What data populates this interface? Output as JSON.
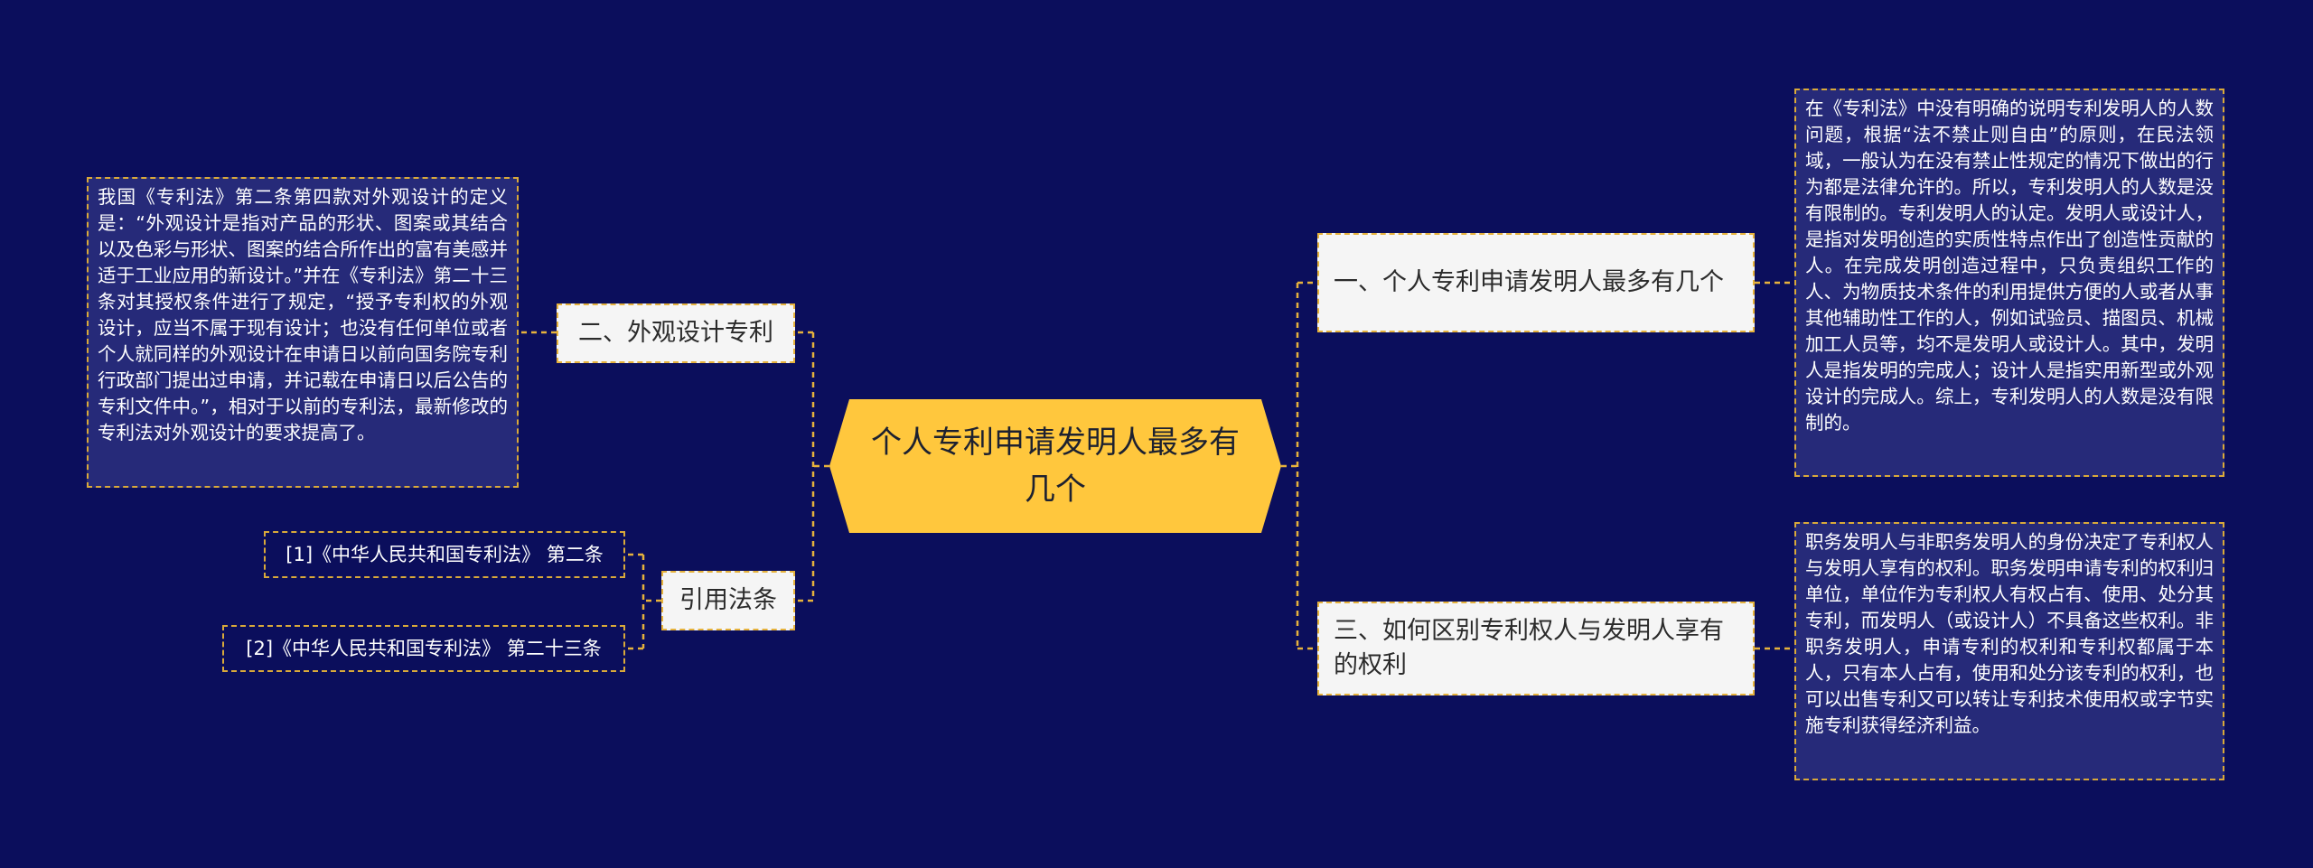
{
  "root": {
    "text": "个人专利申请发明人最多有几个"
  },
  "branches": {
    "b1": {
      "title": "一、个人专利申请发明人最多有几个"
    },
    "b3": {
      "title": "三、如何区别专利权人与发明人享有的权利"
    },
    "b2": {
      "title": "二、外观设计专利"
    },
    "refs": {
      "title": "引用法条"
    }
  },
  "notes": {
    "b1": "在《专利法》中没有明确的说明专利发明人的人数问题，根据“法不禁止则自由”的原则，在民法领域，一般认为在没有禁止性规定的情况下做出的行为都是法律允许的。所以，专利发明人的人数是没有限制的。专利发明人的认定。发明人或设计人，是指对发明创造的实质性特点作出了创造性贡献的人。在完成发明创造过程中，只负责组织工作的人、为物质技术条件的利用提供方便的人或者从事其他辅助性工作的人，例如试验员、描图员、机械加工人员等，均不是发明人或设计人。其中，发明人是指发明的完成人；设计人是指实用新型或外观设计的完成人。综上，专利发明人的人数是没有限制的。",
    "b3": "职务发明人与非职务发明人的身份决定了专利权人与发明人享有的权利。职务发明申请专利的权利归单位，单位作为专利权人有权占有、使用、处分其专利，而发明人（或设计人）不具备这些权利。非职务发明人，申请专利的权利和专利权都属于本人，只有本人占有，使用和处分该专利的权利，也可以出售专利又可以转让专利技术使用权或字节实施专利获得经济利益。",
    "b2": "我国《专利法》第二条第四款对外观设计的定义是：“外观设计是指对产品的形状、图案或其结合以及色彩与形状、图案的结合所作出的富有美感并适于工业应用的新设计。”并在《专利法》第二十三条对其授权条件进行了规定，“授予专利权的外观设计，应当不属于现有设计；也没有任何单位或者个人就同样的外观设计在申请日以前向国务院专利行政部门提出过申请，并记载在申请日以后公告的专利文件中。”，相对于以前的专利法，最新修改的专利法对外观设计的要求提高了。"
  },
  "refs": [
    {
      "text": "[1]《中华人民共和国专利法》 第二条"
    },
    {
      "text": "[2]《中华人民共和国专利法》 第二十三条"
    }
  ],
  "colors": {
    "background": "#0b0e5c",
    "root_fill": "#ffc73d",
    "branch_fill": "#f5f5f5",
    "note_fill": "#262a79",
    "connector": "#e6b23c"
  }
}
